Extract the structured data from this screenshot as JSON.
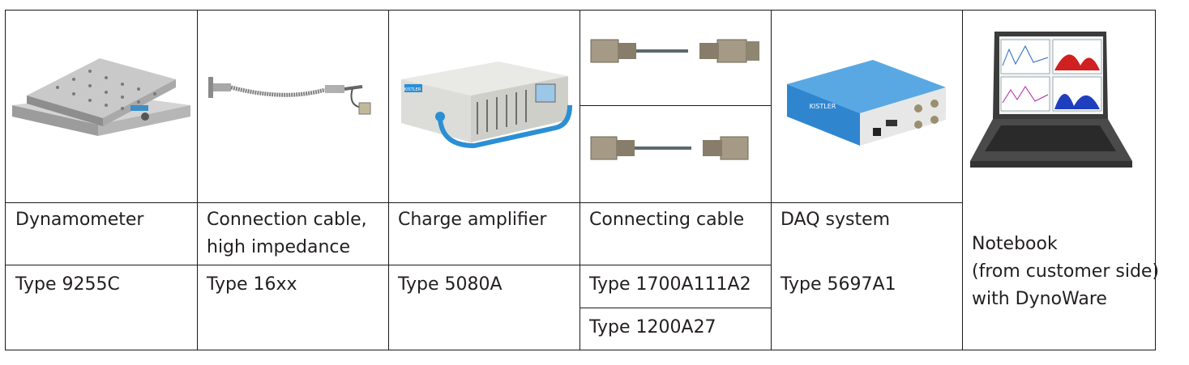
{
  "columns": [
    {
      "name": "Dynamometer",
      "type": "Type 9255C",
      "image_icon": "dynamometer-image"
    },
    {
      "name_line1": "Connection cable,",
      "name_line2": "high impedance",
      "type": "Type 16xx",
      "image_icon": "cable-image"
    },
    {
      "name": "Charge amplifier",
      "type": "Type 5080A",
      "image_icon": "charge-amplifier-image"
    },
    {
      "name": "Connecting cable",
      "type_1": "Type 1700A111A2",
      "type_2": "Type 1200A27",
      "image_icon": "connecting-cable-image"
    },
    {
      "name": "DAQ system",
      "type": "Type 5697A1",
      "image_icon": "daq-system-image"
    },
    {
      "line1": "Notebook",
      "line2": "(from customer side)",
      "line3": "with DynoWare",
      "image_icon": "notebook-image"
    }
  ],
  "brand_logo": "KISTLER",
  "colors": {
    "border": "#1a1a1a",
    "text": "#231f20",
    "kistler_blue": "#2b8fd4"
  }
}
